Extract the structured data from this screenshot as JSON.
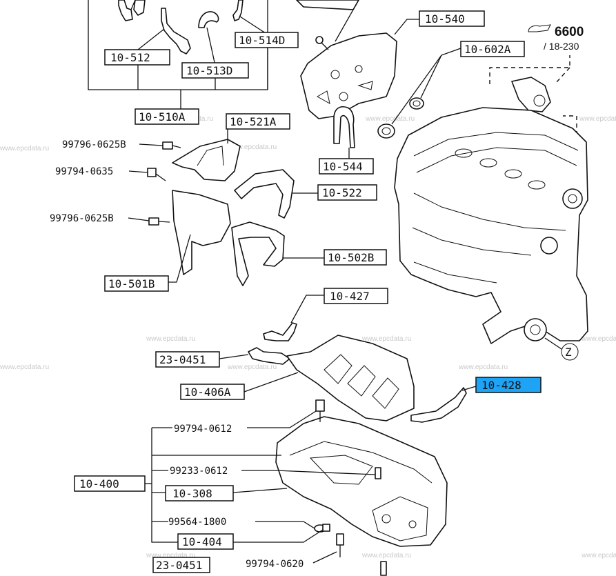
{
  "watermark": "www.epcdata.ru",
  "reference": {
    "page": "6600",
    "sub": "/ 18-230"
  },
  "circle_marker": "Z",
  "part_labels": {
    "p10_512": "10-512",
    "p10_513D": "10-513D",
    "p10_514D": "10-514D",
    "p10_510A": "10-510A",
    "p10_540": "10-540",
    "p10_602A": "10-602A",
    "p10_521A": "10-521A",
    "p10_544": "10-544",
    "p10_522": "10-522",
    "p10_502B": "10-502B",
    "p10_501B": "10-501B",
    "p10_427": "10-427",
    "p23_0451_top": "23-0451",
    "p10_406A": "10-406A",
    "p10_428": "10-428",
    "p10_400": "10-400",
    "p10_308": "10-308",
    "p10_404": "10-404",
    "p23_0451_bottom": "23-0451"
  },
  "fastener_labels": {
    "f99796_0625B_a": "99796-0625B",
    "f99794_0635": "99794-0635",
    "f99796_0625B_b": "99796-0625B",
    "f99794_0612": "99794-0612",
    "f99233_0612": "99233-0612",
    "f99564_1800": "99564-1800",
    "f99794_0620": "99794-0620"
  },
  "highlighted_part": "10-428",
  "colors": {
    "highlight": "#1ea3f5",
    "ink": "#111111",
    "watermark": "#c9c9c9"
  }
}
